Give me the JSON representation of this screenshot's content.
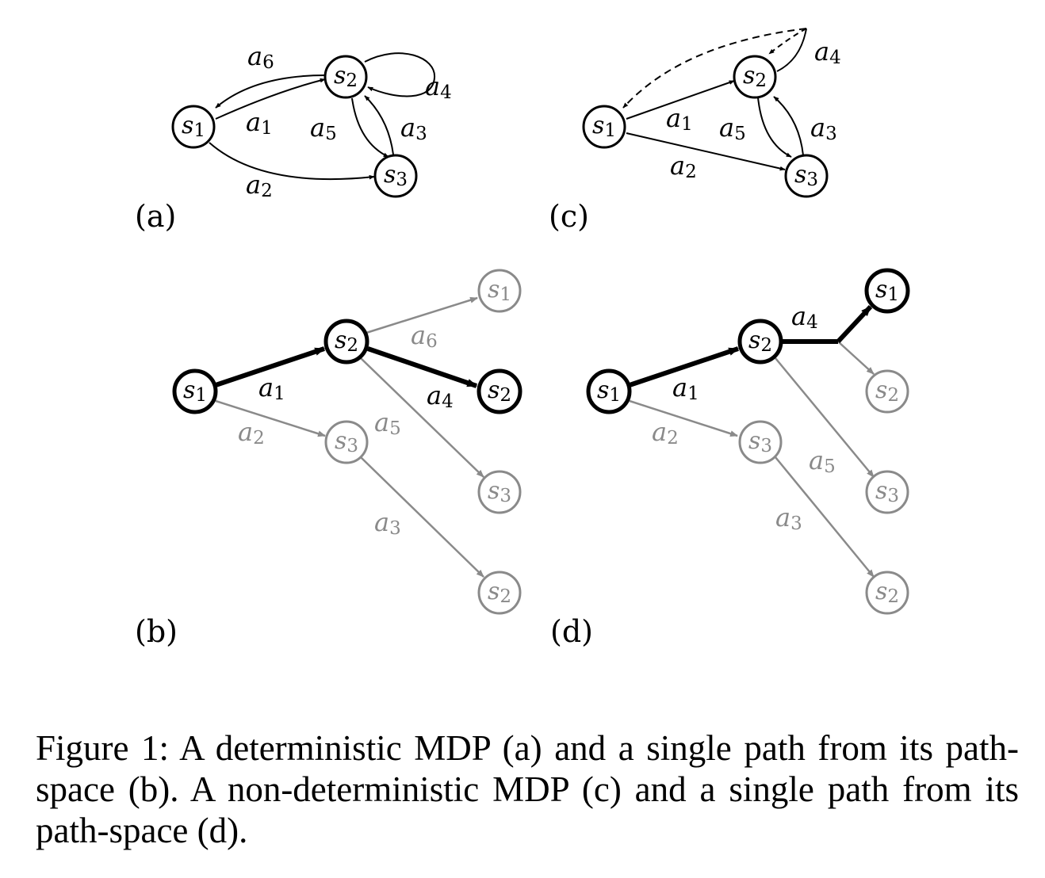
{
  "panels": {
    "a": {
      "label": "(a)",
      "nodes": [
        {
          "id": "s1",
          "name": "s",
          "sub": "1"
        },
        {
          "id": "s2",
          "name": "s",
          "sub": "2"
        },
        {
          "id": "s3",
          "name": "s",
          "sub": "3"
        }
      ],
      "edges": [
        {
          "id": "a1",
          "name": "a",
          "sub": "1",
          "from": "s1",
          "to": "s2"
        },
        {
          "id": "a2",
          "name": "a",
          "sub": "2",
          "from": "s1",
          "to": "s3"
        },
        {
          "id": "a3",
          "name": "a",
          "sub": "3",
          "from": "s3",
          "to": "s2"
        },
        {
          "id": "a4",
          "name": "a",
          "sub": "4",
          "from": "s2",
          "to": "s2"
        },
        {
          "id": "a5",
          "name": "a",
          "sub": "5",
          "from": "s2",
          "to": "s3"
        },
        {
          "id": "a6",
          "name": "a",
          "sub": "6",
          "from": "s2",
          "to": "s1"
        }
      ]
    },
    "b": {
      "label": "(b)",
      "nodes": [
        {
          "id": "b_s1",
          "name": "s",
          "sub": "1",
          "style": "bold"
        },
        {
          "id": "b_s2",
          "name": "s",
          "sub": "2",
          "style": "bold"
        },
        {
          "id": "b_s3",
          "name": "s",
          "sub": "3",
          "style": "gray"
        },
        {
          "id": "b_s1_leaf",
          "name": "s",
          "sub": "1",
          "style": "gray"
        },
        {
          "id": "b_s2_leaf",
          "name": "s",
          "sub": "2",
          "style": "bold"
        },
        {
          "id": "b_s3_leaf",
          "name": "s",
          "sub": "3",
          "style": "gray"
        },
        {
          "id": "b_s2_leaf2",
          "name": "s",
          "sub": "2",
          "style": "gray"
        }
      ],
      "edges": [
        {
          "id": "a1",
          "name": "a",
          "sub": "1",
          "style": "bold"
        },
        {
          "id": "a2",
          "name": "a",
          "sub": "2",
          "style": "gray"
        },
        {
          "id": "a6",
          "name": "a",
          "sub": "6",
          "style": "gray"
        },
        {
          "id": "a4",
          "name": "a",
          "sub": "4",
          "style": "bold"
        },
        {
          "id": "a5",
          "name": "a",
          "sub": "5",
          "style": "gray"
        },
        {
          "id": "a3",
          "name": "a",
          "sub": "3",
          "style": "gray"
        }
      ]
    },
    "c": {
      "label": "(c)",
      "nodes": [
        {
          "id": "s1",
          "name": "s",
          "sub": "1"
        },
        {
          "id": "s2",
          "name": "s",
          "sub": "2"
        },
        {
          "id": "s3",
          "name": "s",
          "sub": "3"
        }
      ],
      "edges": [
        {
          "id": "a1",
          "name": "a",
          "sub": "1",
          "from": "s1",
          "to": "s2"
        },
        {
          "id": "a2",
          "name": "a",
          "sub": "2",
          "from": "s1",
          "to": "s3"
        },
        {
          "id": "a3",
          "name": "a",
          "sub": "3",
          "from": "s3",
          "to": "s2"
        },
        {
          "id": "a4",
          "name": "a",
          "sub": "4",
          "from": "s2",
          "to": "s1|s2",
          "nondeterministic": true
        },
        {
          "id": "a5",
          "name": "a",
          "sub": "5",
          "from": "s2",
          "to": "s3"
        }
      ]
    },
    "d": {
      "label": "(d)",
      "nodes": [
        {
          "id": "d_s1",
          "name": "s",
          "sub": "1",
          "style": "bold"
        },
        {
          "id": "d_s2",
          "name": "s",
          "sub": "2",
          "style": "bold"
        },
        {
          "id": "d_s3",
          "name": "s",
          "sub": "3",
          "style": "gray"
        },
        {
          "id": "d_s1_leaf",
          "name": "s",
          "sub": "1",
          "style": "bold"
        },
        {
          "id": "d_s2_leaf",
          "name": "s",
          "sub": "2",
          "style": "gray"
        },
        {
          "id": "d_s3_leaf",
          "name": "s",
          "sub": "3",
          "style": "gray"
        },
        {
          "id": "d_s2_leaf2",
          "name": "s",
          "sub": "2",
          "style": "gray"
        }
      ],
      "edges": [
        {
          "id": "a1",
          "name": "a",
          "sub": "1",
          "style": "bold"
        },
        {
          "id": "a2",
          "name": "a",
          "sub": "2",
          "style": "gray"
        },
        {
          "id": "a4",
          "name": "a",
          "sub": "4",
          "style": "bold"
        },
        {
          "id": "a5",
          "name": "a",
          "sub": "5",
          "style": "gray"
        },
        {
          "id": "a3",
          "name": "a",
          "sub": "3",
          "style": "gray"
        }
      ]
    }
  },
  "colors": {
    "ink": "#000000",
    "faded": "#8a8a8a"
  },
  "caption": "Figure 1: A deterministic MDP (a) and a single path from its path-space (b). A non-deterministic MDP (c) and a single path from its path-space (d)."
}
